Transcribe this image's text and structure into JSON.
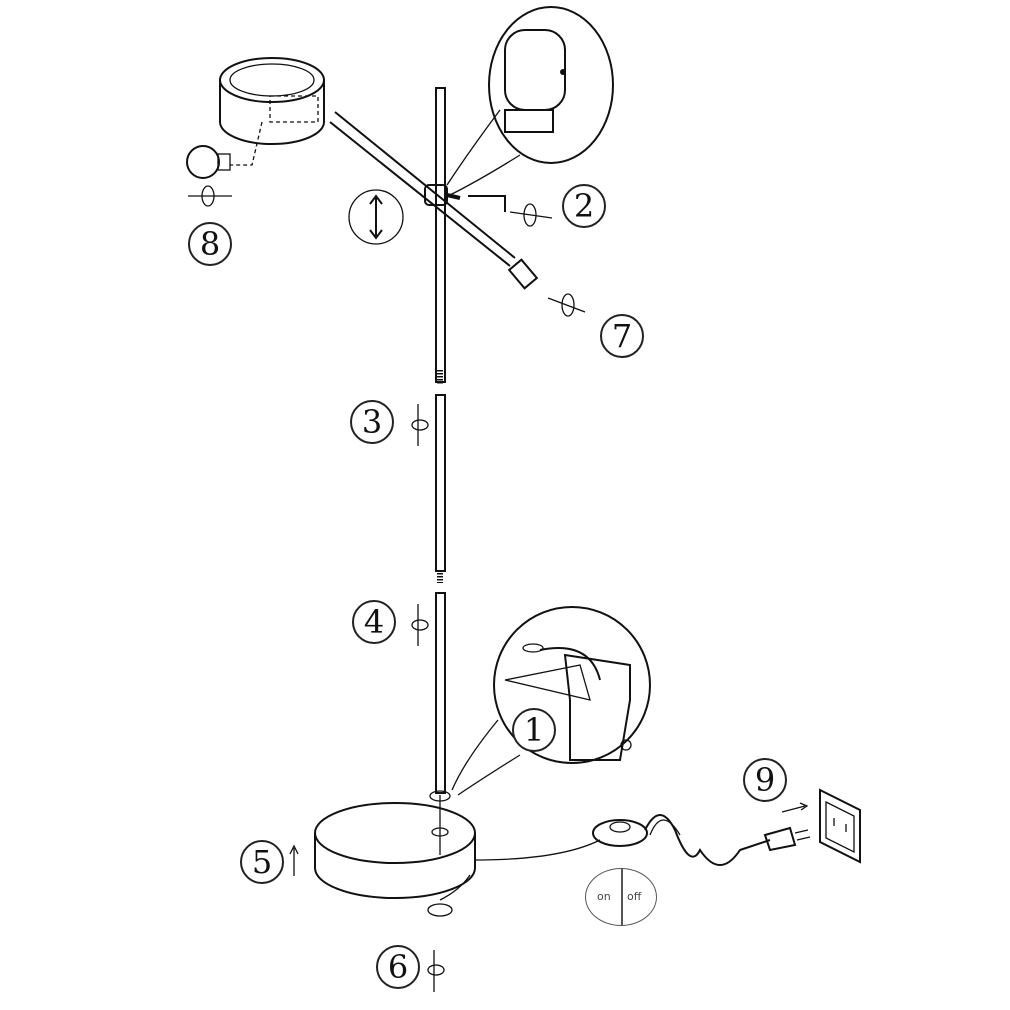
{
  "steps": {
    "s1": "1",
    "s2": "2",
    "s3": "3",
    "s4": "4",
    "s5": "5",
    "s6": "6",
    "s7": "7",
    "s8": "8",
    "s9": "9"
  },
  "switch": {
    "on": "on",
    "off": "off"
  }
}
